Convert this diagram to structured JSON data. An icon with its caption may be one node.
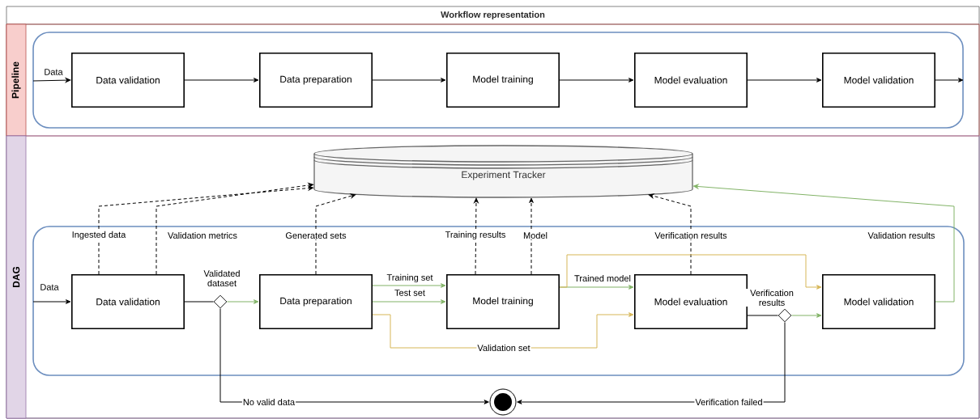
{
  "diagram": {
    "nodes": [
      {
        "text": [
          "Workflow representation"
        ]
      },
      {
        "text": [
          "Pipeline"
        ],
        "in": 0
      },
      {
        "text": [],
        "shape": "box",
        "in": 1
      },
      {
        "text": [
          "Data validation"
        ],
        "in": 2
      },
      {
        "text": [
          "Data preparation"
        ],
        "in": 2
      },
      {
        "text": [
          "Model training"
        ],
        "in": 2
      },
      {
        "text": [
          "Model evaluation"
        ],
        "in": 2
      },
      {
        "text": [
          "Model validation"
        ],
        "in": 2
      },
      {
        "text": [
          "DAG"
        ],
        "in": 0
      },
      {
        "text": [
          "Experiment Tracker"
        ],
        "in": 8
      },
      {
        "text": [],
        "shape": "box",
        "in": 8
      },
      {
        "text": [
          "Data validation"
        ],
        "in": 10
      },
      {
        "text": [
          "Data preparation"
        ],
        "in": 10
      },
      {
        "text": [
          "Model training"
        ],
        "in": 10
      },
      {
        "text": [
          "Model evaluation"
        ],
        "in": 10
      },
      {
        "text": [
          "Model validation"
        ],
        "in": 10
      },
      {
        "text": [],
        "shape": "diamond",
        "in": 10
      },
      {
        "text": [],
        "shape": "diamond",
        "in": 10
      },
      {
        "text": [],
        "shape": "circle",
        "in": 8
      }
    ],
    "edges": [
      {
        "from": null,
        "to": 3,
        "arrow": "to",
        "label": "Data"
      },
      {
        "from": 3,
        "to": 4,
        "arrow": "to"
      },
      {
        "from": 4,
        "to": 5,
        "arrow": "to"
      },
      {
        "from": 5,
        "to": 6,
        "arrow": "to"
      },
      {
        "from": 6,
        "to": 7,
        "arrow": "to"
      },
      {
        "from": 7,
        "to": null,
        "arrow": "to"
      },
      {
        "from": null,
        "to": 11,
        "arrow": "to",
        "label": "Data"
      },
      {
        "from": 11,
        "to": 16,
        "arrow": "none",
        "label": "Validated dataset"
      },
      {
        "from": 16,
        "to": 12,
        "arrow": "to",
        "color": "#82b366"
      },
      {
        "from": 16,
        "to": 18,
        "arrow": "to",
        "label": "No valid data"
      },
      {
        "from": 11,
        "to": 9,
        "arrow": "to",
        "style": "dashed",
        "label": "Ingested data"
      },
      {
        "from": 11,
        "to": 9,
        "arrow": "to",
        "style": "dashed",
        "label": "Validation metrics"
      },
      {
        "from": 12,
        "to": 9,
        "arrow": "to",
        "style": "dashed",
        "label": "Generated sets"
      },
      {
        "from": 13,
        "to": 9,
        "arrow": "to",
        "style": "dashed",
        "label": "Training results"
      },
      {
        "from": 13,
        "to": 9,
        "arrow": "to",
        "style": "dashed",
        "label": "Model"
      },
      {
        "from": 14,
        "to": 9,
        "arrow": "to",
        "style": "dashed",
        "label": "Verification results"
      },
      {
        "from": 15,
        "to": 9,
        "arrow": "to",
        "color": "#82b366",
        "label": "Validation results"
      },
      {
        "from": 12,
        "to": 13,
        "arrow": "to",
        "color": "#82b366",
        "label": "Training set"
      },
      {
        "from": 12,
        "to": 13,
        "arrow": "to",
        "color": "#82b366",
        "label": "Test set"
      },
      {
        "from": 12,
        "to": 14,
        "arrow": "to",
        "color": "#d6b656",
        "label": "Validation set"
      },
      {
        "from": 13,
        "to": 14,
        "arrow": "to",
        "color": "#82b366",
        "label": "Trained model"
      },
      {
        "from": 13,
        "to": 15,
        "arrow": "to",
        "color": "#d6b656"
      },
      {
        "from": 14,
        "to": 17,
        "arrow": "none"
      },
      {
        "from": 17,
        "to": 15,
        "arrow": "to",
        "color": "#82b366",
        "label": "Verification results"
      },
      {
        "from": 17,
        "to": 18,
        "arrow": "to",
        "label": "Verification failed"
      }
    ]
  }
}
